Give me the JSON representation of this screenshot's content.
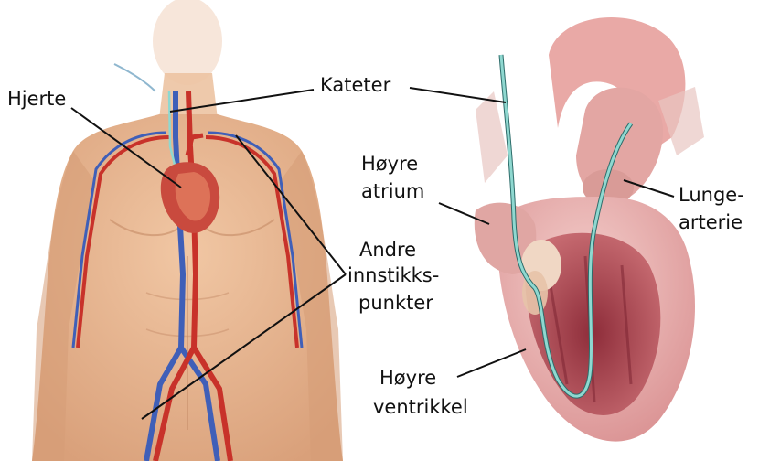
{
  "labels": {
    "heart": "Hjerte",
    "catheter": "Kateter",
    "right_atrium_1": "Høyre",
    "right_atrium_2": "atrium",
    "other_sites_1": "Andre",
    "other_sites_2": "innstikks-",
    "other_sites_3": "punkter",
    "pulmonary_artery_1": "Lunge-",
    "pulmonary_artery_2": "arterie",
    "right_ventricle_1": "Høyre",
    "right_ventricle_2": "ventrikkel"
  },
  "colors": {
    "skin": "#e9b994",
    "skin_shadow": "#cf9a74",
    "artery": "#c8322a",
    "vein": "#3f5fb8",
    "heart_outer": "#e6a7a4",
    "heart_inner": "#b5525a",
    "catheter": "#8fd8d0",
    "leader_line": "#111111"
  }
}
